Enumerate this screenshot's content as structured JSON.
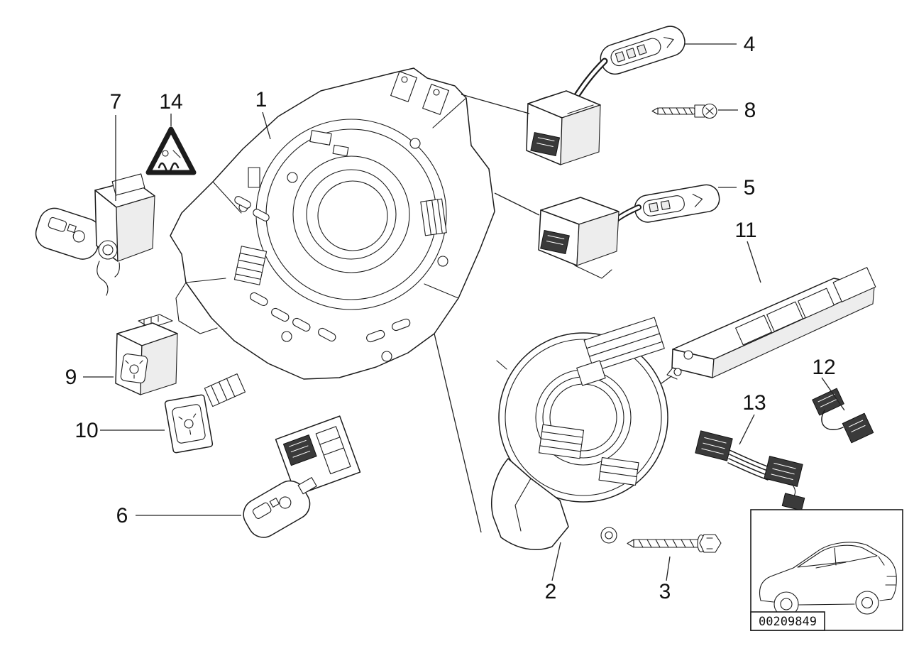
{
  "diagram": {
    "callouts": [
      "1",
      "2",
      "3",
      "4",
      "5",
      "6",
      "7",
      "8",
      "9",
      "10",
      "11",
      "12",
      "13",
      "14"
    ],
    "part_code": "00209849",
    "icons": {
      "warning_triangle": "warning-triangle-with-coil-symbol",
      "car": "car-silhouette"
    },
    "colors": {
      "background": "#ffffff",
      "line": "#1c1c1c",
      "connector_fill": "#3a3a3a"
    }
  }
}
